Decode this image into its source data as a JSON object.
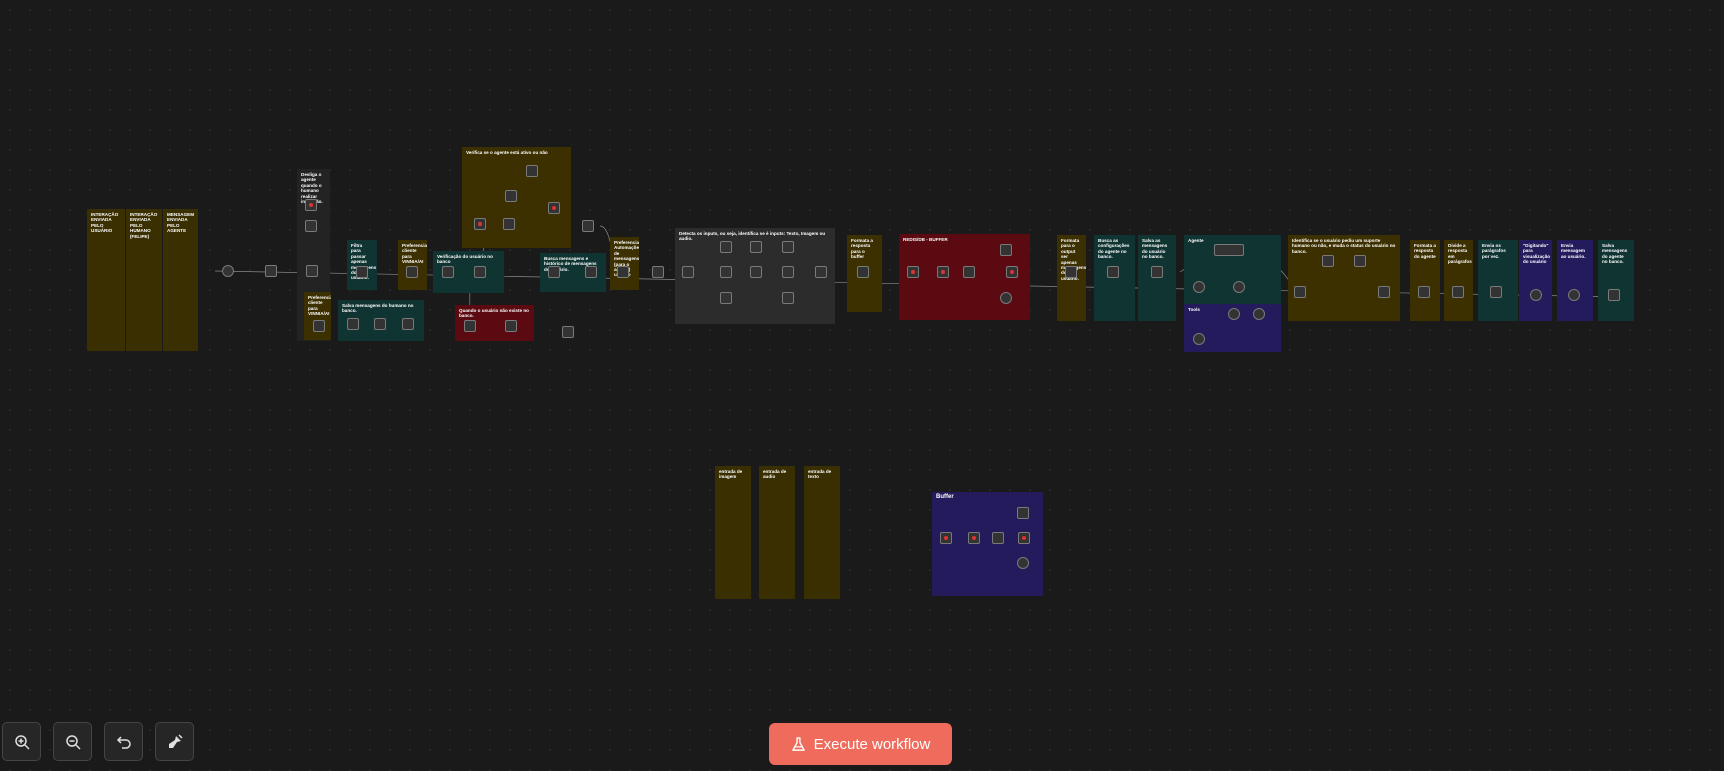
{
  "toolbar": {
    "execute_label": "Execute workflow",
    "zoom_in": "zoom-in-icon",
    "zoom_out": "zoom-out-icon",
    "reset": "reset-zoom-icon",
    "tidy": "tidy-up-icon"
  },
  "colors": {
    "execute": "#ef6b5b",
    "canvas": "#1a1a1a"
  },
  "notes": {
    "n1": "INTERAÇÃO ENVIADA PELO USUÁRIO",
    "n2": "INTERAÇÃO ENVIADA PELO HUMANO (FELIPE)",
    "n3": "MENSAGEM ENVIADA PELO AGENTE",
    "n4": "Desliga o agente quando o humano realizar interação.",
    "n5": "Verifica se o agente está ativo ou não",
    "n6": "Filtra para passar apenas mensagens do usuário.",
    "n7": "Preferencia cliente para VINNIA/AI",
    "n8": "Verificação do usuário no banco",
    "n9": "Busca mensagens e histórico de mensagens do usuário.",
    "n10": "Preferencia Automações de mensagens (para o agente) usuário",
    "n11": "Detecta os inputs, ou seja, identifica se é inputs: Texto, Imagem ou audio.",
    "n12": "Formata a resposta para o buffer",
    "n13": "REDIS/DB - BUFFER",
    "n14": "Formata para o output ser apenas mensagens do usuário.",
    "n15": "Busca as configurações do agente no banco.",
    "n16": "Salva as mensagens do usuário no banco.",
    "n17": "Agente",
    "n18": "Tools",
    "n19": "Identifica se o usuário pediu um suporte humano ou não, e muda o status do usuário no banco.",
    "n20": "Formata a resposta do agente",
    "n21": "Divide a resposta em parágrafos",
    "n22": "Envia os parágrafos por vez.",
    "n23": "\"Digitando\" para visualização do usuário",
    "n24": "Envia mensagem ao usuário.",
    "n25": "Salva mensagens do agente no banco.",
    "n26": "Preferencia cliente para VINNIA/AI",
    "n27": "Salva mensagens do humano no banco.",
    "n28": "Quando o usuário não existe no banco.",
    "n29": "entrada de imagem",
    "n30": "entrada de audio",
    "n31": "entrada de texto",
    "n32": "Buffer"
  }
}
